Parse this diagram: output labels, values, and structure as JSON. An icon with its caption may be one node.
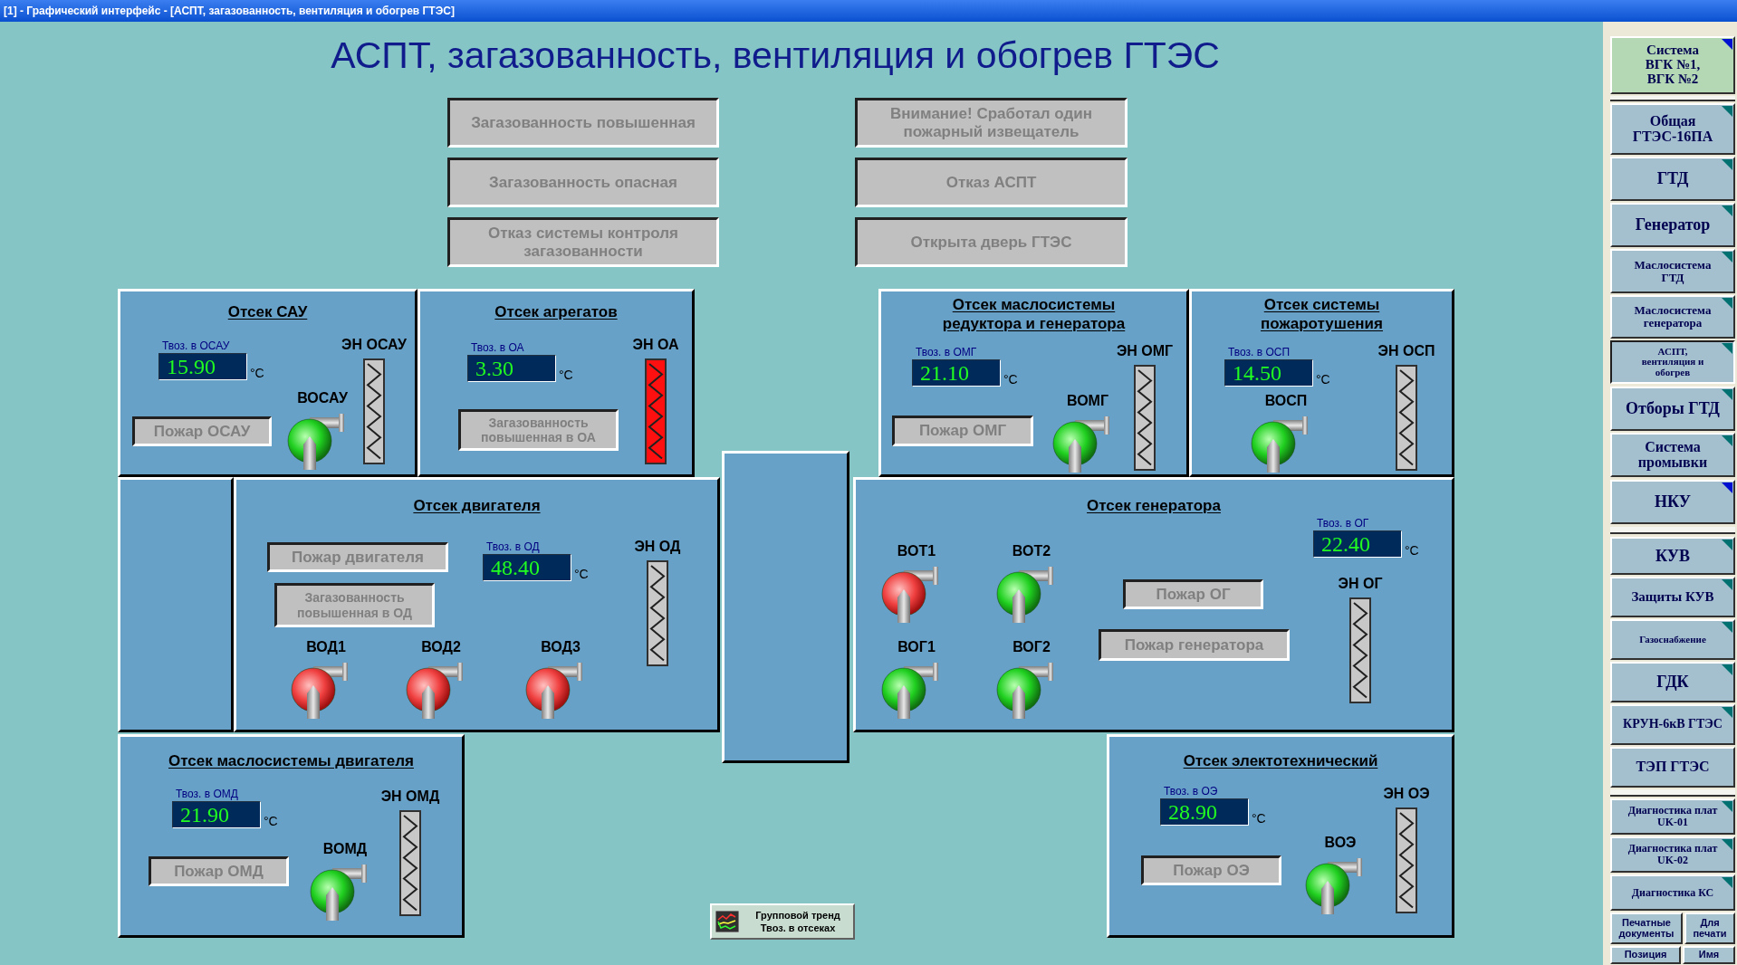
{
  "diagram": {
    "title": "АСПТ, загазованность, вентиляция и обогрев ГТЭС",
    "nodes": [
      {
        "text": [
          "Загазованность повышенная"
        ]
      },
      {
        "text": [
          "Внимание! Сработал один пожарный извещатель"
        ]
      },
      {
        "text": [
          "Загазованность опасная"
        ]
      },
      {
        "text": [
          "Отказ АСПТ"
        ]
      },
      {
        "text": [
          "Отказ системы контроля загазованности"
        ]
      },
      {
        "text": [
          "Открыта дверь ГТЭС"
        ]
      },
      {
        "text": [
          "Отсек САУ"
        ]
      },
      {
        "text": [
          "Твоз. в ОСАУ",
          "15.90"
        ],
        "beside": [
          "°C"
        ],
        "in": 6
      },
      {
        "text": [
          "ЭН ОСАУ"
        ],
        "in": 6
      },
      {
        "text": [
          "ВОСАУ"
        ],
        "in": 6
      },
      {
        "text": [
          "Пожар ОСАУ"
        ],
        "in": 6
      },
      {
        "text": [
          "Отсек агрегатов"
        ]
      },
      {
        "text": [
          "Твоз. в ОА",
          "3.30"
        ],
        "beside": [
          "°C"
        ],
        "in": 11
      },
      {
        "text": [
          "ЭН ОА"
        ],
        "in": 11
      },
      {
        "text": [
          "Загазованность повышенная в ОА"
        ],
        "in": 11
      },
      {
        "text": [
          "Отсек маслосистемы редуктора и генератора"
        ]
      },
      {
        "text": [
          "Твоз. в ОМГ",
          "21.10"
        ],
        "beside": [
          "°C"
        ],
        "in": 15
      },
      {
        "text": [
          "ЭН ОМГ"
        ],
        "in": 15
      },
      {
        "text": [
          "ВОМГ"
        ],
        "in": 15
      },
      {
        "text": [
          "Пожар ОМГ"
        ],
        "in": 15
      },
      {
        "text": [
          "Отсек системы пожаротушения"
        ]
      },
      {
        "text": [
          "Твоз. в ОСП",
          "14.50"
        ],
        "beside": [
          "°C"
        ],
        "in": 20
      },
      {
        "text": [
          "ЭН ОСП"
        ],
        "in": 20
      },
      {
        "text": [
          "ВОСП"
        ],
        "in": 20
      },
      {
        "text": [],
        "shape": "box"
      },
      {
        "text": [
          "Отсек двигателя"
        ]
      },
      {
        "text": [
          "Пожар двигателя"
        ],
        "in": 25
      },
      {
        "text": [
          "Твоз. в ОД",
          "48.40"
        ],
        "beside": [
          "°C"
        ],
        "in": 25
      },
      {
        "text": [
          "ЭН ОД"
        ],
        "in": 25
      },
      {
        "text": [
          "Загазованность повышенная в ОД"
        ],
        "in": 25
      },
      {
        "text": [
          "ВОД1"
        ],
        "in": 25
      },
      {
        "text": [
          "ВОД2"
        ],
        "in": 25
      },
      {
        "text": [
          "ВОД3"
        ],
        "in": 25
      },
      {
        "text": [],
        "shape": "box"
      },
      {
        "text": [
          "Отсек генератора"
        ]
      },
      {
        "text": [
          "Твоз. в ОГ",
          "22.40"
        ],
        "beside": [
          "°C"
        ],
        "in": 34
      },
      {
        "text": [
          "ВОТ1"
        ],
        "in": 34
      },
      {
        "text": [
          "ВОТ2"
        ],
        "in": 34
      },
      {
        "text": [
          "ЭН ОГ"
        ],
        "in": 34
      },
      {
        "text": [
          "Пожар ОГ"
        ],
        "in": 34
      },
      {
        "text": [
          "ВОГ1"
        ],
        "in": 34
      },
      {
        "text": [
          "ВОГ2"
        ],
        "in": 34
      },
      {
        "text": [
          "Пожар генератора"
        ],
        "in": 34
      },
      {
        "text": [
          "Отсек маслосистемы двигателя"
        ]
      },
      {
        "text": [
          "Твоз. в ОМД",
          "21.90"
        ],
        "beside": [
          "°C"
        ],
        "in": 43
      },
      {
        "text": [
          "ЭН ОМД"
        ],
        "in": 43
      },
      {
        "text": [
          "ВОМД"
        ],
        "in": 43
      },
      {
        "text": [
          "Пожар ОМД"
        ],
        "in": 43
      },
      {
        "text": [
          "Отсек электотехнический"
        ]
      },
      {
        "text": [
          "Твоз. в ОЭ",
          "28.90"
        ],
        "beside": [
          "°C"
        ],
        "in": 48
      },
      {
        "text": [
          "ЭН ОЭ"
        ],
        "in": 48
      },
      {
        "text": [
          "ВОЭ"
        ],
        "in": 48
      },
      {
        "text": [
          "Пожар ОЭ"
        ],
        "in": 48
      },
      {
        "text": [
          "Групповой тренд Твоз. в отсеках"
        ]
      },
      {
        "text": [
          "Система ВГК №1, ВГК №2"
        ]
      },
      {
        "text": [
          "Общая ГТЭС-16ПА"
        ]
      },
      {
        "text": [
          "ГТД"
        ]
      },
      {
        "text": [
          "Генератор"
        ]
      },
      {
        "text": [
          "Маслосистема ГТД"
        ]
      },
      {
        "text": [
          "Маслосистема генератора"
        ]
      },
      {
        "text": [
          "АСПТ, вентиляция и обогрев"
        ]
      },
      {
        "text": [
          "Отборы ГТД"
        ]
      },
      {
        "text": [
          "Система промывки"
        ]
      },
      {
        "text": [
          "НКУ"
        ]
      },
      {
        "text": [
          "КУВ"
        ]
      },
      {
        "text": [
          "Защиты КУВ"
        ]
      },
      {
        "text": [
          "Газоснабжение"
        ]
      },
      {
        "text": [
          "ГДК"
        ]
      },
      {
        "text": [
          "КРУН-6кВ ГТЭС"
        ]
      },
      {
        "text": [
          "ТЭП ГТЭС"
        ]
      },
      {
        "text": [
          "Диагностика плат UK-01"
        ]
      },
      {
        "text": [
          "Диагностика плат UK-02"
        ]
      },
      {
        "text": [
          "Диагностика КС"
        ]
      },
      {
        "text": [
          "Печатные документы"
        ]
      },
      {
        "text": [
          "Для печати"
        ]
      },
      {
        "text": [
          "Позиция"
        ]
      },
      {
        "text": [
          "Имя"
        ]
      }
    ],
    "labels": [
      "[1] - Графический интерфейс - [АСПТ, загазованность, вентиляция и обогрев ГТЭС]"
    ]
  }
}
